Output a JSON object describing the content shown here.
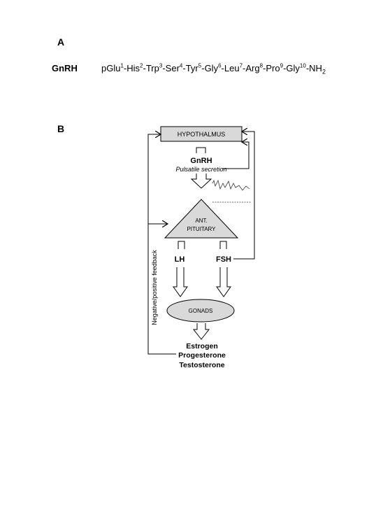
{
  "panel_a": {
    "label": "A",
    "peptide_name": "GnRH",
    "sequence": [
      {
        "res": "pGlu",
        "pos": "1"
      },
      {
        "res": "His",
        "pos": "2"
      },
      {
        "res": "Trp",
        "pos": "3"
      },
      {
        "res": "Ser",
        "pos": "4"
      },
      {
        "res": "Tyr",
        "pos": "5"
      },
      {
        "res": "Gly",
        "pos": "6"
      },
      {
        "res": "Leu",
        "pos": "7"
      },
      {
        "res": "Arg",
        "pos": "8"
      },
      {
        "res": "Pro",
        "pos": "9"
      },
      {
        "res": "Gly",
        "pos": "10"
      }
    ],
    "terminal": {
      "base": "NH",
      "sub": "2"
    }
  },
  "panel_b": {
    "label": "B",
    "hypothalamus": "HYPOTHALMUS",
    "gnrh": "GnRH",
    "pulsatile": "Pulsatile secretion",
    "ant_pituitary_line1": "ANT.",
    "ant_pituitary_line2": "PITUITARY",
    "lh": "LH",
    "fsh": "FSH",
    "gonads": "GONADS",
    "feedback": "Negative/positive feedback",
    "hormones": [
      "Estrogen",
      "Progesterone",
      "Testosterone"
    ]
  },
  "colors": {
    "box_fill": "#d9d9d9",
    "stroke": "#000000"
  }
}
